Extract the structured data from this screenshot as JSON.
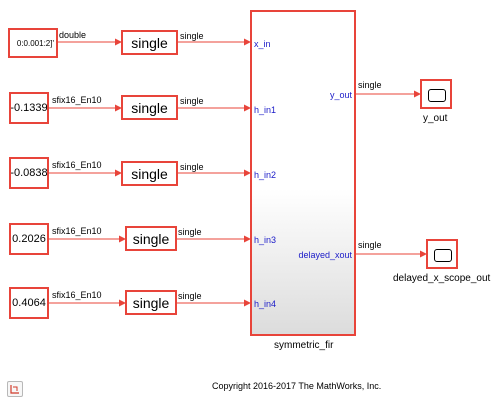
{
  "constants": [
    {
      "value": "0:0.001:2]'"
    },
    {
      "value": "-0.1339"
    },
    {
      "value": "-0.0838"
    },
    {
      "value": "0.2026"
    },
    {
      "value": "0.4064"
    }
  ],
  "constant_output_types": [
    "double",
    "sfix16_En10",
    "sfix16_En10",
    "sfix16_En10",
    "sfix16_En10"
  ],
  "converters": [
    {
      "label": "single",
      "output_type": "single"
    },
    {
      "label": "single",
      "output_type": "single"
    },
    {
      "label": "single",
      "output_type": "single"
    },
    {
      "label": "single",
      "output_type": "single"
    },
    {
      "label": "single",
      "output_type": "single"
    }
  ],
  "subsystem": {
    "name": "symmetric_fir",
    "inputs": [
      "x_in",
      "h_in1",
      "h_in2",
      "h_in3",
      "h_in4"
    ],
    "outputs": [
      "y_out",
      "delayed_xout"
    ],
    "output_types": [
      "single",
      "single"
    ]
  },
  "scopes": [
    {
      "name": "y_out"
    },
    {
      "name": "delayed_x_scope_out"
    }
  ],
  "footer": {
    "copyright": "Copyright 2016-2017 The MathWorks, Inc."
  },
  "colors": {
    "block_border": "#e8443a",
    "signal_line": "#e8443a",
    "port_text": "#1a1ac8"
  },
  "icons": {
    "corner": "model-browser-icon",
    "scope": "scope-icon"
  }
}
